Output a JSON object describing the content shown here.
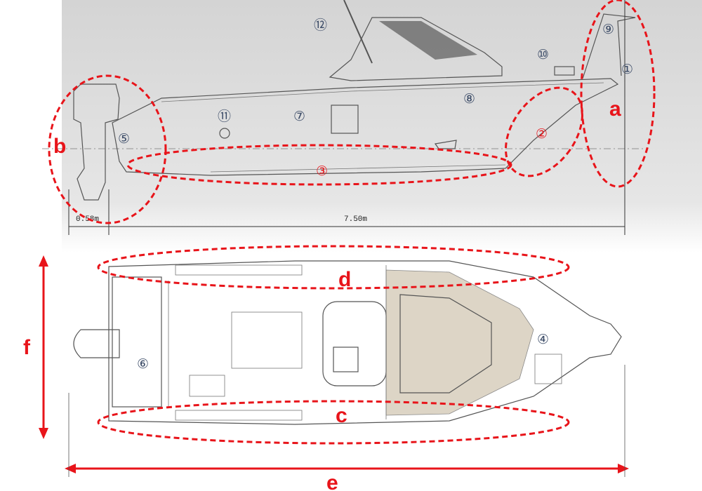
{
  "side_view": {
    "markers": [
      "①",
      "②",
      "③",
      "⑤",
      "⑦",
      "⑧",
      "⑨",
      "⑩",
      "⑪",
      "⑫"
    ],
    "dimensions": {
      "outboard": "0.58m",
      "hull_length": "7.50m"
    }
  },
  "top_view": {
    "markers": [
      "④",
      "⑥"
    ]
  },
  "zone_labels": {
    "a": "a",
    "b": "b",
    "c": "c",
    "d": "d",
    "e": "e",
    "f": "f"
  },
  "colors": {
    "highlight": "#e8141a",
    "marker": "#3a4a66",
    "deck": "#ddd5c6"
  }
}
